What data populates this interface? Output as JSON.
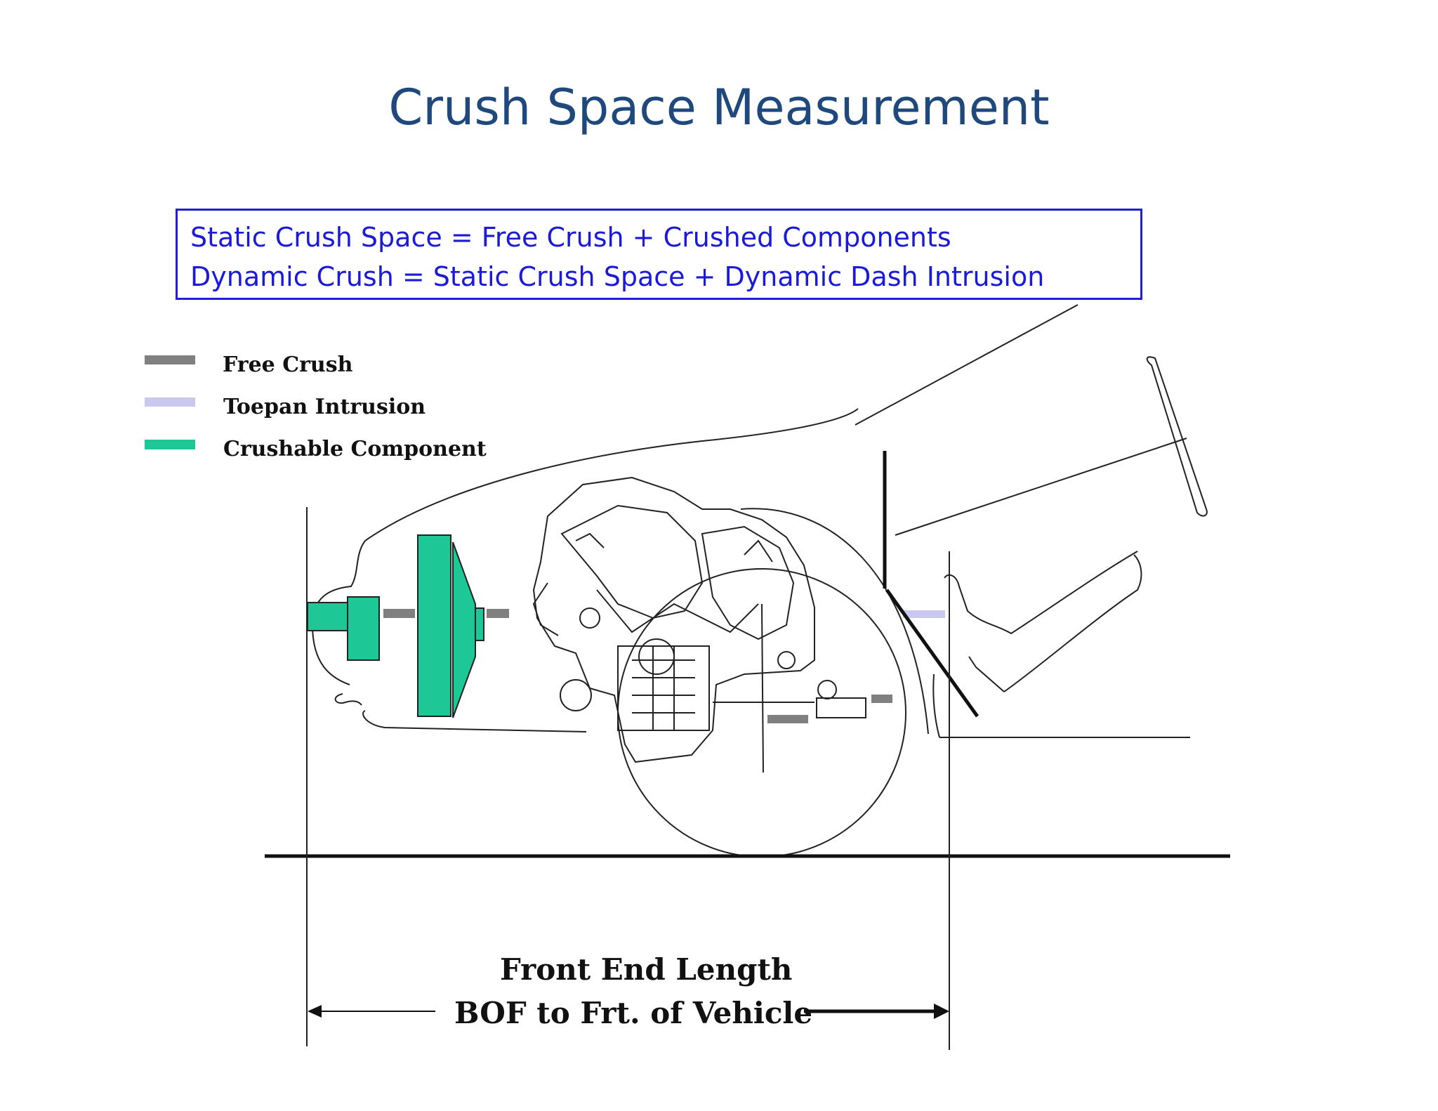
{
  "title": "Crush Space Measurement",
  "formulas": [
    "Static Crush Space = Free Crush + Crushed Components",
    "Dynamic Crush = Static Crush Space + Dynamic Dash Intrusion"
  ],
  "legend": [
    {
      "label": "Free Crush",
      "color": "#808080"
    },
    {
      "label": "Toepan Intrusion",
      "color": "#c8c8f0"
    },
    {
      "label": "Crushable Component",
      "color": "#1ec896"
    }
  ],
  "dimension": {
    "line1": "Front End Length",
    "line2": "BOF to Frt. of  Vehicle"
  }
}
